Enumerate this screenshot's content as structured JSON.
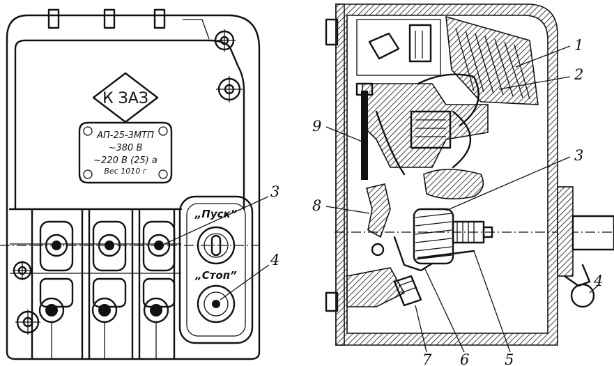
{
  "logo": {
    "text": "К ЗАЗ"
  },
  "nameplate": {
    "model": "АП-25-3МТП",
    "voltage": "~380 В",
    "current": "~220 В (25) а",
    "weight": "Вес 1010 г"
  },
  "buttons": {
    "start": "„Пуск”",
    "stop": "„Стоп”"
  },
  "callouts": {
    "left_3": "3",
    "left_4": "4",
    "right_1": "1",
    "right_2": "2",
    "right_3": "3",
    "right_4": "4",
    "right_5": "5",
    "right_6": "6",
    "right_7": "7",
    "right_8": "8",
    "right_9": "9"
  }
}
